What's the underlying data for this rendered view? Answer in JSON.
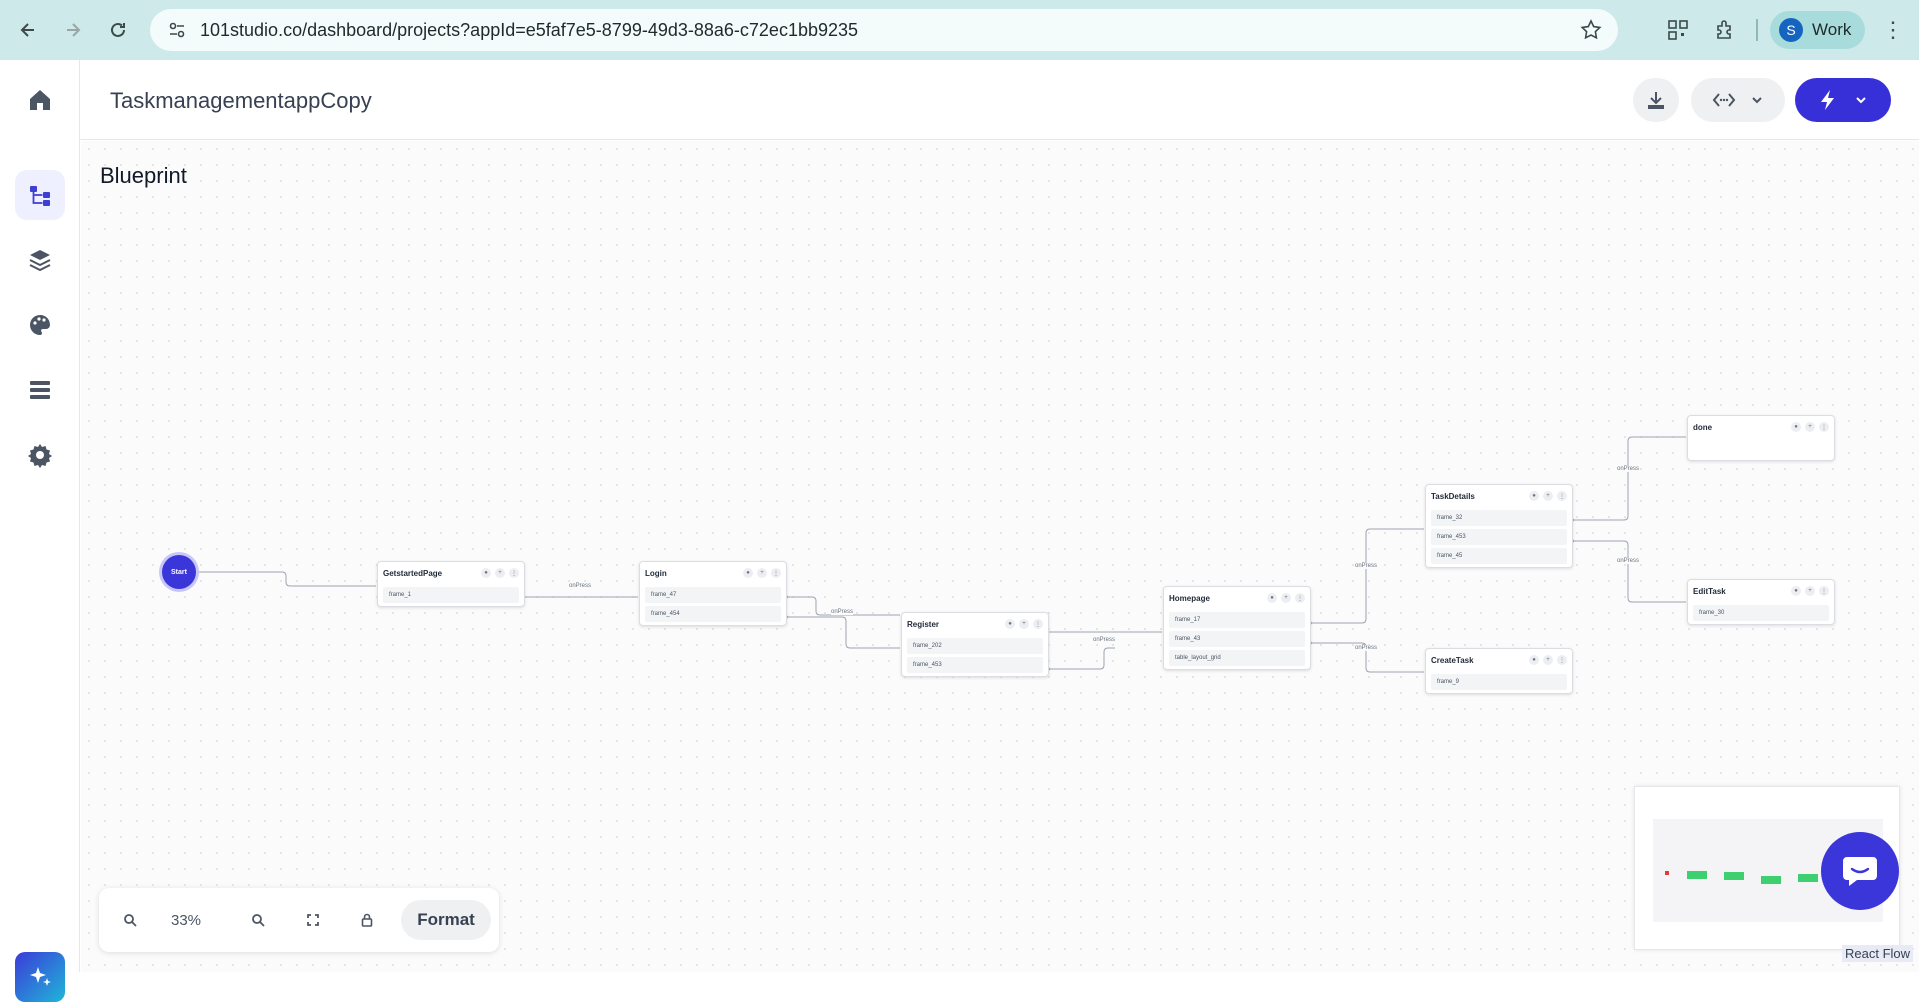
{
  "browser": {
    "url": "101studio.co/dashboard/projects?appId=e5faf7e5-8799-49d3-88a6-c72ec1bb9235",
    "profile_initial": "S",
    "profile_label": "Work"
  },
  "header": {
    "title": "TaskmanagementappCopy"
  },
  "canvas": {
    "heading": "Blueprint",
    "start_label": "Start",
    "edge_label": "onPress"
  },
  "nodes": {
    "getstarted": {
      "name": "GetstartedPage",
      "rows": [
        "frame_1"
      ]
    },
    "login": {
      "name": "Login",
      "rows": [
        "frame_47",
        "frame_454"
      ]
    },
    "register": {
      "name": "Register",
      "rows": [
        "frame_202",
        "frame_453"
      ]
    },
    "homepage": {
      "name": "Homepage",
      "rows": [
        "frame_17",
        "frame_43",
        "table_layout_grid"
      ]
    },
    "taskdetails": {
      "name": "TaskDetails",
      "rows": [
        "frame_32",
        "frame_453",
        "frame_45"
      ]
    },
    "createtask": {
      "name": "CreateTask",
      "rows": [
        "frame_9"
      ]
    },
    "done": {
      "name": "done",
      "rows": []
    },
    "edittask": {
      "name": "EditTask",
      "rows": [
        "frame_30"
      ]
    }
  },
  "controls": {
    "zoom": "33%",
    "format_label": "Format"
  },
  "footer": {
    "react_flow": "React Flow"
  },
  "colors": {
    "accent": "#3730d9",
    "chrome": "#cde9e9",
    "minimap_node": "#3ecf70"
  }
}
